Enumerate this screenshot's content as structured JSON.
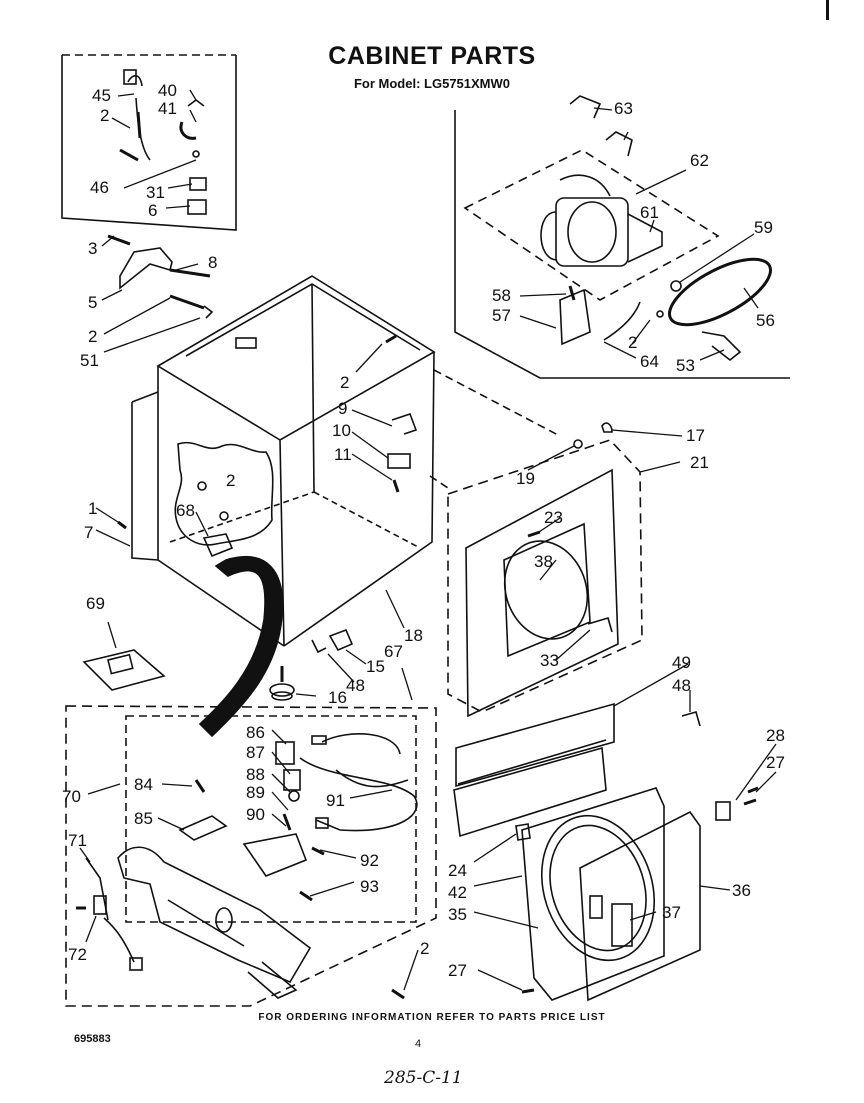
{
  "header": {
    "title": "CABINET PARTS",
    "subtitle": "For Model: LG5751XMW0"
  },
  "footer": {
    "ordering_note": "FOR ORDERING INFORMATION REFER TO PARTS PRICE LIST",
    "document_number": "695883",
    "page_number": "4",
    "handwritten_note": "285-C-11"
  },
  "callouts": [
    "45",
    "40",
    "2",
    "41",
    "46",
    "31",
    "6",
    "63",
    "62",
    "61",
    "59",
    "58",
    "57",
    "2",
    "64",
    "56",
    "53",
    "3",
    "8",
    "5",
    "2",
    "51",
    "2",
    "9",
    "10",
    "11",
    "17",
    "19",
    "21",
    "1",
    "7",
    "2",
    "68",
    "23",
    "38",
    "18",
    "33",
    "15",
    "48",
    "67",
    "69",
    "16",
    "49",
    "48",
    "86",
    "87",
    "88",
    "89",
    "90",
    "91",
    "92",
    "93",
    "84",
    "85",
    "70",
    "71",
    "72",
    "28",
    "27",
    "24",
    "42",
    "35",
    "37",
    "36",
    "2",
    "27"
  ]
}
